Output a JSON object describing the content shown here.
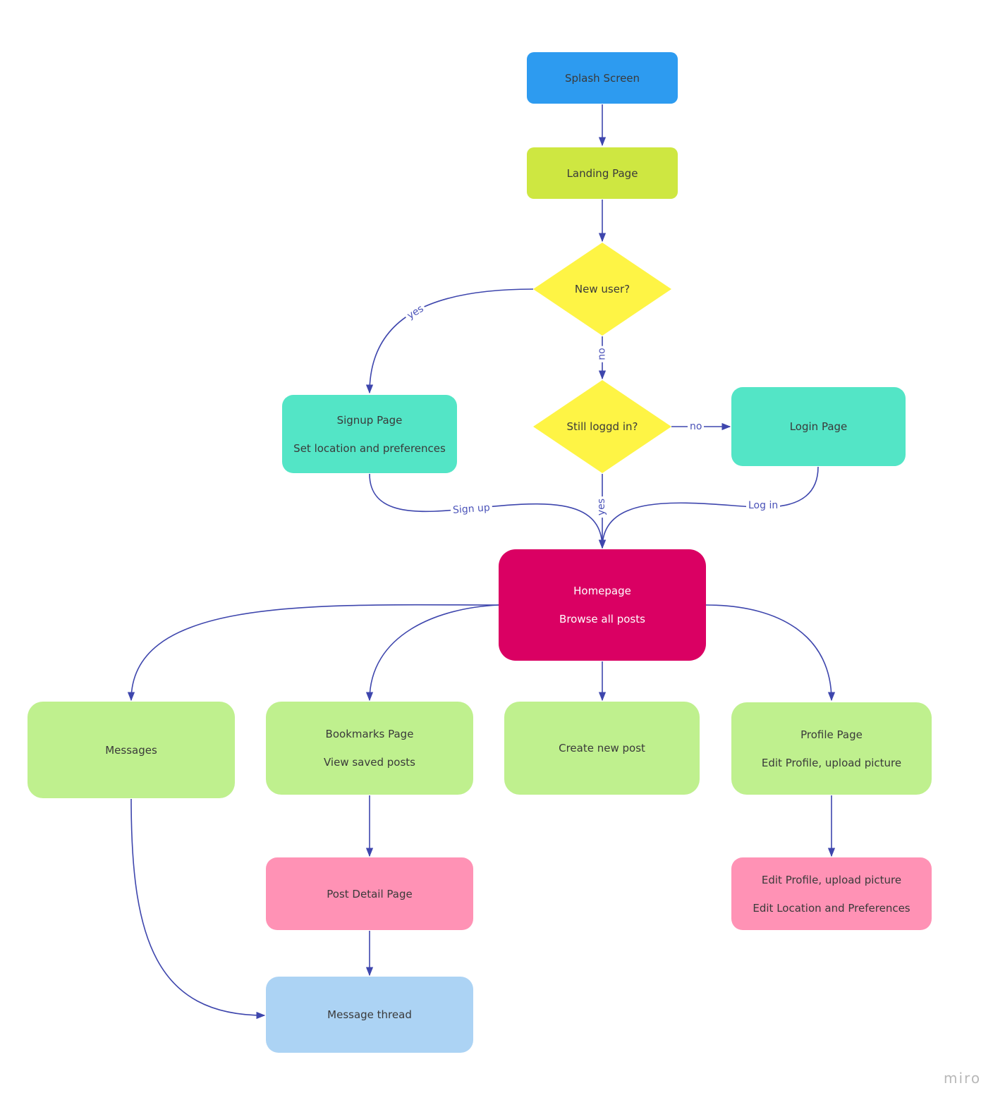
{
  "nodes": {
    "splash": {
      "text": "Splash Screen",
      "color": "#2d9bf0"
    },
    "landing": {
      "text": "Landing Page",
      "color": "#cee741"
    },
    "new_user": {
      "text": "New user?",
      "color": "#fef445"
    },
    "still_logged": {
      "text": "Still loggd in?",
      "color": "#fef445"
    },
    "signup": {
      "line1": "Signup Page",
      "line2": "Set location and preferences",
      "color": "#53e5c6"
    },
    "login": {
      "text": "Login Page",
      "color": "#53e5c6"
    },
    "homepage": {
      "line1": "Homepage",
      "line2": "Browse all posts",
      "color": "#da0063"
    },
    "messages": {
      "text": "Messages",
      "color": "#bff08e"
    },
    "bookmarks": {
      "line1": "Bookmarks Page",
      "line2": "View saved posts",
      "color": "#bff08e"
    },
    "create_post": {
      "text": "Create new post",
      "color": "#bff08e"
    },
    "profile": {
      "line1": "Profile Page",
      "line2": "Edit Profile, upload picture",
      "color": "#bff08e"
    },
    "post_detail": {
      "text": "Post Detail Page",
      "color": "#ff92b5"
    },
    "edit_profile": {
      "line1": "Edit Profile, upload picture",
      "line2": "Edit Location and Preferences",
      "color": "#ff92b5"
    },
    "message_thread": {
      "text": "Message thread",
      "color": "#acd3f4"
    }
  },
  "edge_labels": {
    "yes_new": "yes",
    "no_new": "no",
    "no_logged": "no",
    "yes_logged": "yes",
    "sign_up": "Sign up",
    "log_in": "Log in"
  },
  "connector_color": "#3e46ad",
  "watermark": "miro"
}
